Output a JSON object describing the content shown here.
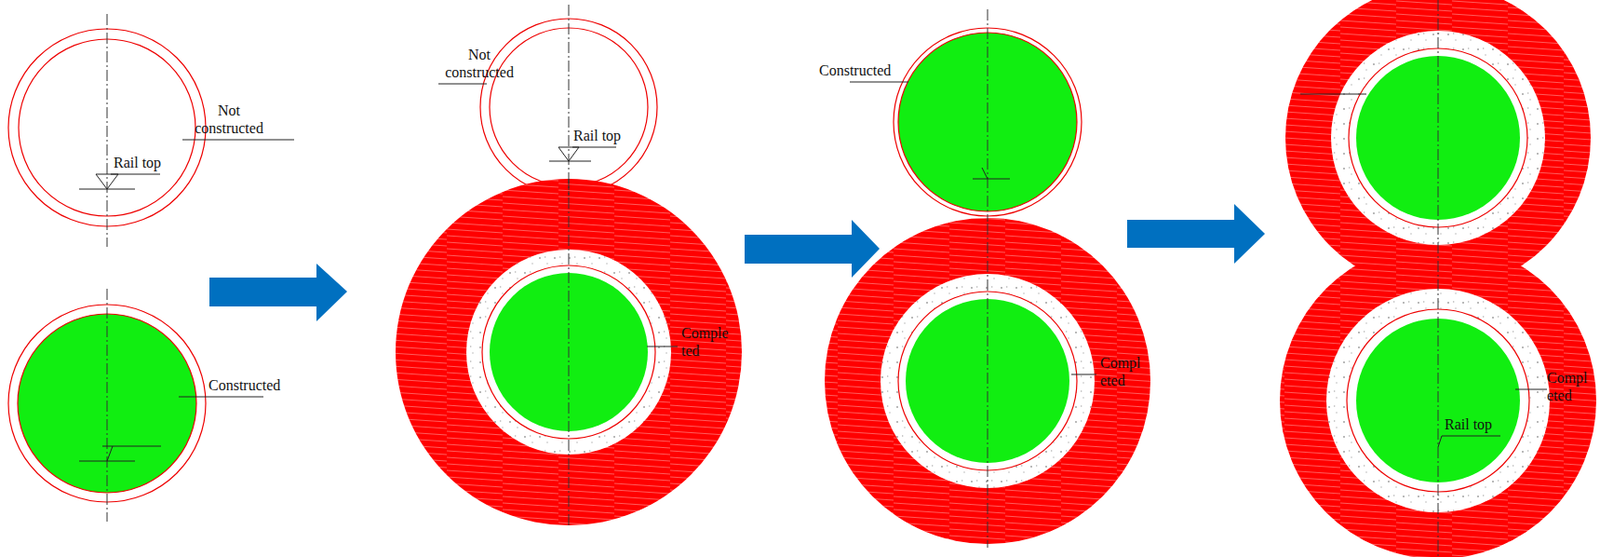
{
  "diagram": {
    "labels": [
      "Not constructed",
      "Rail top",
      "Constructed",
      "Not constructed",
      "Rail top",
      "Comple ted",
      "Constructed",
      "Compl eted",
      "Compl eted",
      "Rail top"
    ]
  }
}
